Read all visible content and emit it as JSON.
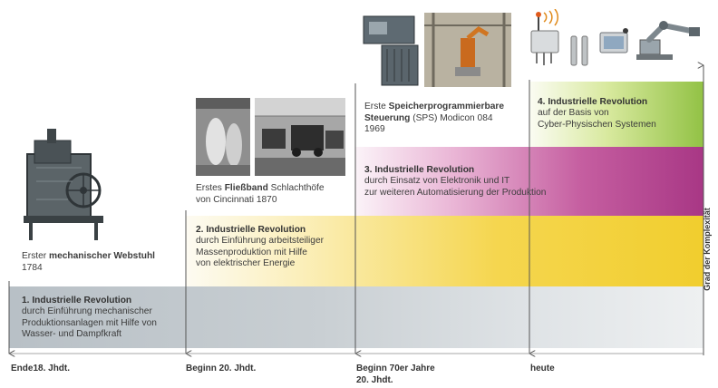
{
  "revolutions": [
    {
      "title": "1. Industrielle Revolution",
      "lines": [
        "durch Einführung mechanischer",
        "Produktionsanlagen mit Hilfe von",
        "Wasser- und  Dampfkraft"
      ]
    },
    {
      "title": "2. Industrielle Revolution",
      "lines": [
        "durch Einführung arbeitsteiliger",
        "Massenproduktion mit Hilfe",
        "von elektrischer Energie"
      ]
    },
    {
      "title": "3. Industrielle Revolution",
      "lines": [
        "durch Einsatz von Elektronik und IT",
        "zur weiteren Automatisierung der Produktion"
      ]
    },
    {
      "title": "4. Industrielle Revolution",
      "lines": [
        "auf der Basis von",
        "Cyber-Physischen Systemen"
      ]
    }
  ],
  "milestones": [
    {
      "pre": "Erster ",
      "bold": "mechanischer Webstuhl",
      "post": "",
      "line2": "1784"
    },
    {
      "pre": "Erstes ",
      "bold": "Fließband",
      "post": " Schlachthöfe",
      "line2": "von Cincinnati 1870"
    },
    {
      "pre": "Erste ",
      "bold": "Speicherprogrammierbare",
      "bold2": "Steuerung",
      "post2": " (SPS) Modicon 084",
      "line3": "1969"
    }
  ],
  "time_axis": {
    "labels": [
      "Ende18. Jhdt.",
      "Beginn 20. Jhdt.",
      "Beginn 70er Jahre",
      "20. Jhdt.",
      "heute"
    ]
  },
  "y_axis_label": "Grad der Komplexität",
  "icons": [
    "loom-machine",
    "slaughterhouse-photo",
    "assembly-line-photo",
    "plc-controller",
    "robot-cell",
    "wireless-sensor",
    "tablet-device",
    "robot-arm"
  ]
}
